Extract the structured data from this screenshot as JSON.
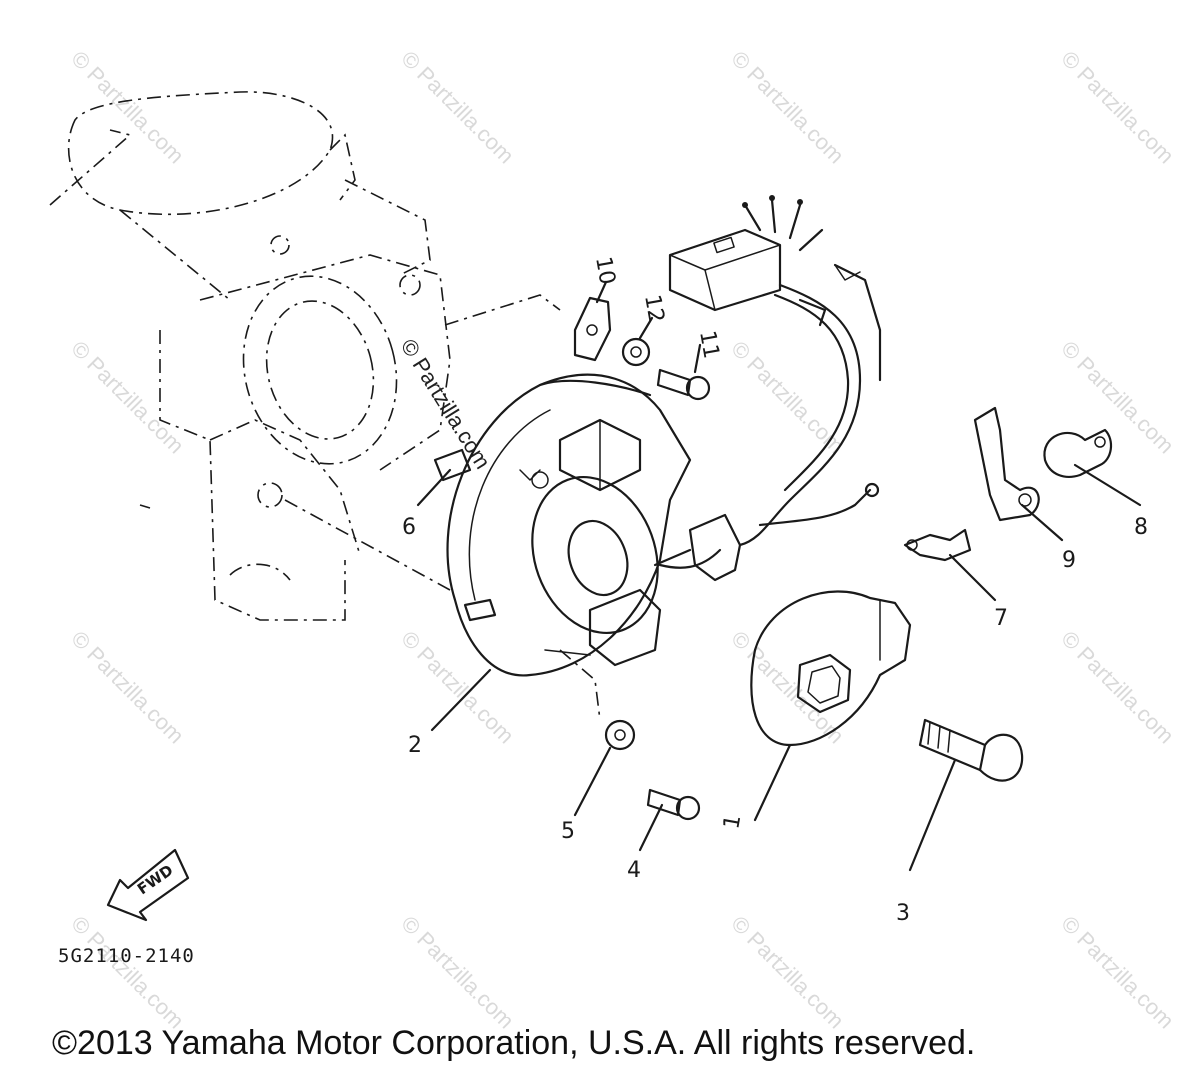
{
  "diagram": {
    "callouts": [
      "1",
      "2",
      "3",
      "4",
      "5",
      "6",
      "7",
      "8",
      "9",
      "10",
      "11",
      "12"
    ],
    "part_code": "5G2110-2140",
    "fwd_label": "FWD",
    "watermark_text": "© Partzilla.com",
    "copyright": "©2013 Yamaha Motor Corporation, U.S.A. All rights reserved."
  }
}
